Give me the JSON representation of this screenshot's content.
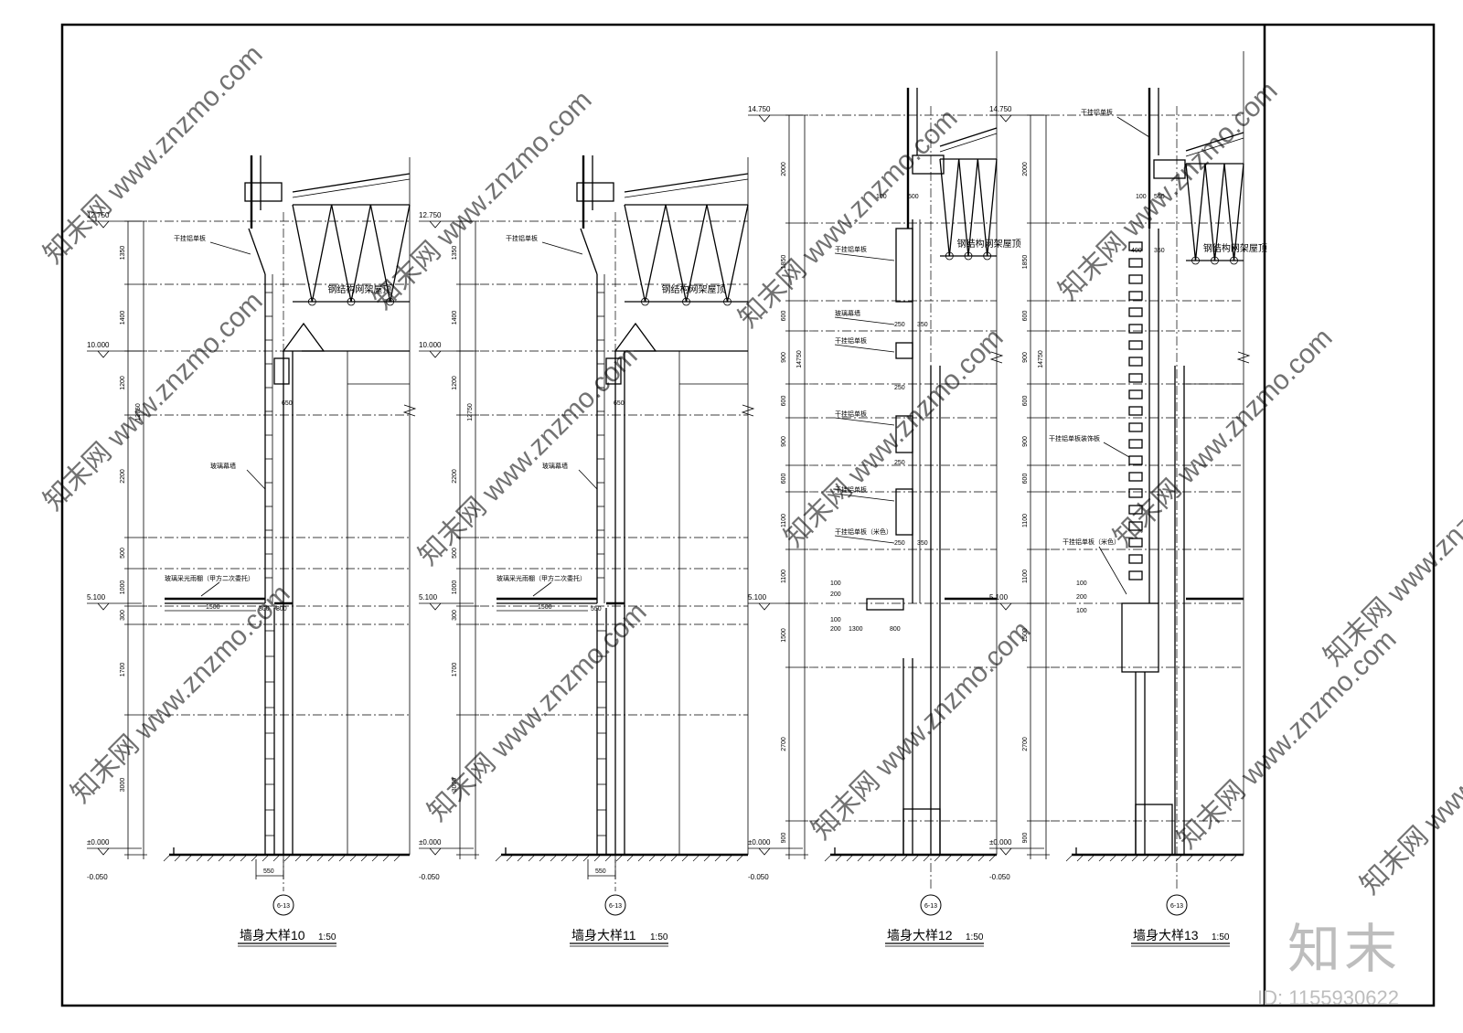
{
  "sheet": {
    "watermark_text": "知末网 www.znzmo.com",
    "logo_text": "知末",
    "id_label": "ID: 1155930622"
  },
  "details": [
    {
      "title": "墙身大样10",
      "scale": "1:50",
      "axis": "6-13",
      "variant": "a",
      "elev_top": "12.750",
      "elev_mid": "10.000",
      "elev_low": "5.100",
      "elev_zero": "±0.000",
      "elev_ground": "-0.050",
      "total": "12750",
      "segments": [
        "1350",
        "1400",
        "1200",
        "2200",
        "500",
        "1000",
        "300",
        "1700",
        "3000",
        "50"
      ],
      "bottom_dim": "550",
      "roof_label": "钢结构网架屋顶",
      "notes": [
        "干挂铝单板",
        "玻璃幕墙",
        "玻璃采光雨棚（甲方二次委托）"
      ],
      "dims": [
        "650",
        "1500",
        "300",
        "300"
      ]
    },
    {
      "title": "墙身大样11",
      "scale": "1:50",
      "axis": "6-13",
      "variant": "a",
      "elev_top": "12.750",
      "elev_mid": "10.000",
      "elev_low": "5.100",
      "elev_zero": "±0.000",
      "elev_ground": "-0.050",
      "total": "12750",
      "segments": [
        "1350",
        "1400",
        "1200",
        "2200",
        "500",
        "1000",
        "300",
        "1700",
        "3000",
        "50"
      ],
      "bottom_dim": "550",
      "roof_label": "钢结构网架屋顶",
      "notes": [
        "干挂铝单板",
        "玻璃幕墙",
        "玻璃采光雨棚（甲方二次委托）"
      ],
      "dims": [
        "650",
        "1500",
        "550"
      ]
    },
    {
      "title": "墙身大样12",
      "scale": "1:50",
      "axis": "6-13",
      "variant": "b",
      "elev_top": "14.750",
      "elev_low": "5.100",
      "elev_zero": "±0.000",
      "elev_ground": "-0.050",
      "total": "14750",
      "segments": [
        "2000",
        "1850",
        "600",
        "900",
        "600",
        "900",
        "600",
        "1100",
        "1100",
        "1500",
        "2700",
        "900",
        "50"
      ],
      "roof_label": "钢结构网架屋顶",
      "notes": [
        "干挂铝单板",
        "玻璃幕墙",
        "干挂铝单板",
        "干挂铝单板",
        "干挂铝单板",
        "干挂铝单板（米色）"
      ],
      "dims": [
        "100",
        "500",
        "250",
        "350",
        "250",
        "250",
        "250",
        "350",
        "100",
        "200",
        "100",
        "200",
        "1300",
        "800"
      ]
    },
    {
      "title": "墙身大样13",
      "scale": "1:50",
      "axis": "6-13",
      "variant": "c",
      "elev_top": "14.750",
      "elev_low": "5.100",
      "elev_zero": "±0.000",
      "elev_ground": "-0.050",
      "total": "14750",
      "segments": [
        "2000",
        "1850",
        "600",
        "900",
        "600",
        "900",
        "600",
        "1100",
        "1100",
        "1500",
        "2700",
        "900",
        "50"
      ],
      "roof_label": "钢结构网架屋顶",
      "notes": [
        "干挂铝单板",
        "干挂铝单板装饰板",
        "干挂铝单板（米色）"
      ],
      "dims": [
        "100",
        "500",
        "400",
        "350",
        "100",
        "200",
        "100"
      ]
    }
  ]
}
